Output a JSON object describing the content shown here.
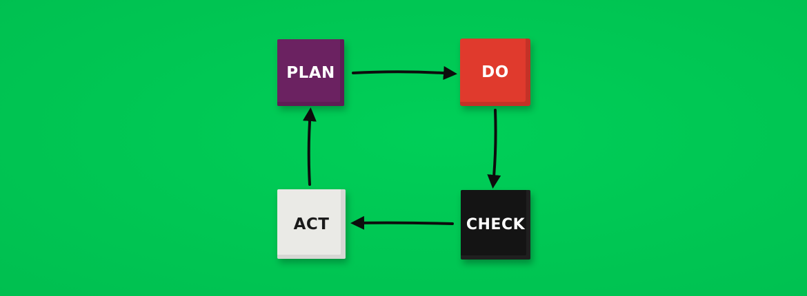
{
  "cycle": {
    "plan": {
      "label": "PLAN",
      "color": "#6b2261",
      "text_color": "#ffffff"
    },
    "do": {
      "label": "DO",
      "color": "#e03a2d",
      "text_color": "#ffffff"
    },
    "check": {
      "label": "CHECK",
      "color": "#141414",
      "text_color": "#ffffff"
    },
    "act": {
      "label": "ACT",
      "color": "#eaeae6",
      "text_color": "#1a1a1a"
    }
  },
  "background_color": "#00c653",
  "arrow_color": "#0d0d0d"
}
